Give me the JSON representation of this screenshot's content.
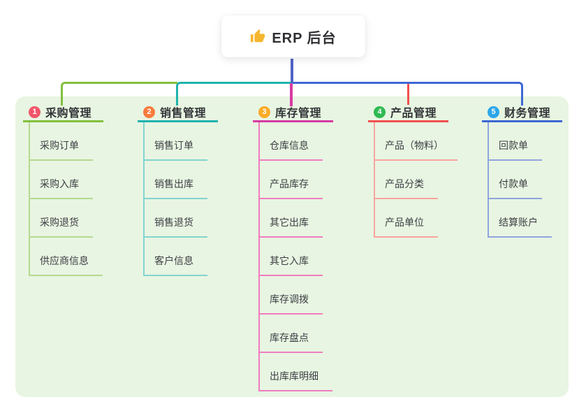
{
  "root": {
    "label": "ERP 后台",
    "icon": "thumbs-up-icon",
    "icon_color": "#f5b62e"
  },
  "canvas": {
    "background": "#ffffff",
    "panel_color": "#e8f5e2",
    "root_connector_color": "#5163c7"
  },
  "branches": [
    {
      "badge": "1",
      "title": "采购管理",
      "color": "#82bf3e",
      "light_color": "#b5d98e",
      "badge_color": "#f1566a",
      "children": [
        "采购订单",
        "采购入库",
        "采购退货",
        "供应商信息"
      ]
    },
    {
      "badge": "2",
      "title": "销售管理",
      "color": "#1fb3ae",
      "light_color": "#82d4cf",
      "badge_color": "#f97b3d",
      "children": [
        "销售订单",
        "销售出库",
        "销售退货",
        "客户信息"
      ]
    },
    {
      "badge": "3",
      "title": "库存管理",
      "color": "#d63aa2",
      "light_color": "#f17cc0",
      "badge_color": "#fbab27",
      "children": [
        "仓库信息",
        "产品库存",
        "其它出库",
        "其它入库",
        "库存调拨",
        "库存盘点",
        "出库库明细"
      ]
    },
    {
      "badge": "4",
      "title": "产品管理",
      "color": "#f24f4f",
      "light_color": "#f8a49e",
      "badge_color": "#2eb951",
      "children": [
        "产品（物料）",
        "产品分类",
        "产品单位"
      ]
    },
    {
      "badge": "5",
      "title": "财务管理",
      "color": "#3e68d4",
      "light_color": "#90a4de",
      "badge_color": "#2aa6e9",
      "children": [
        "回款单",
        "付款单",
        "结算账户"
      ]
    }
  ]
}
